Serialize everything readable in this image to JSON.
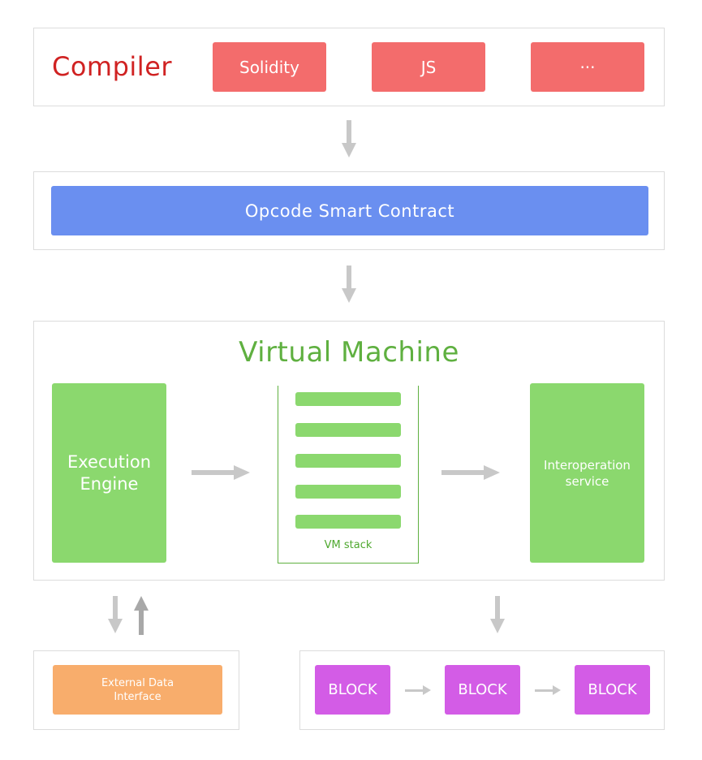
{
  "compiler": {
    "title": "Compiler",
    "languages": [
      "Solidity",
      "JS",
      "···"
    ]
  },
  "opcode": {
    "label": "Opcode Smart Contract"
  },
  "vm": {
    "title": "Virtual Machine",
    "execution_engine": "Execution Engine",
    "stack_label": "VM stack",
    "interoperation": "Interoperation service"
  },
  "external": {
    "label": "External Data Interface"
  },
  "chain": {
    "blocks": [
      "BLOCK",
      "BLOCK",
      "BLOCK"
    ]
  },
  "colors": {
    "compiler_red": "#f36c6c",
    "opcode_blue": "#6a8ff0",
    "vm_green": "#8bd86e",
    "external_orange": "#f8ad6c",
    "block_purple": "#d35ce6",
    "arrow_gray": "#c8c8c8"
  }
}
